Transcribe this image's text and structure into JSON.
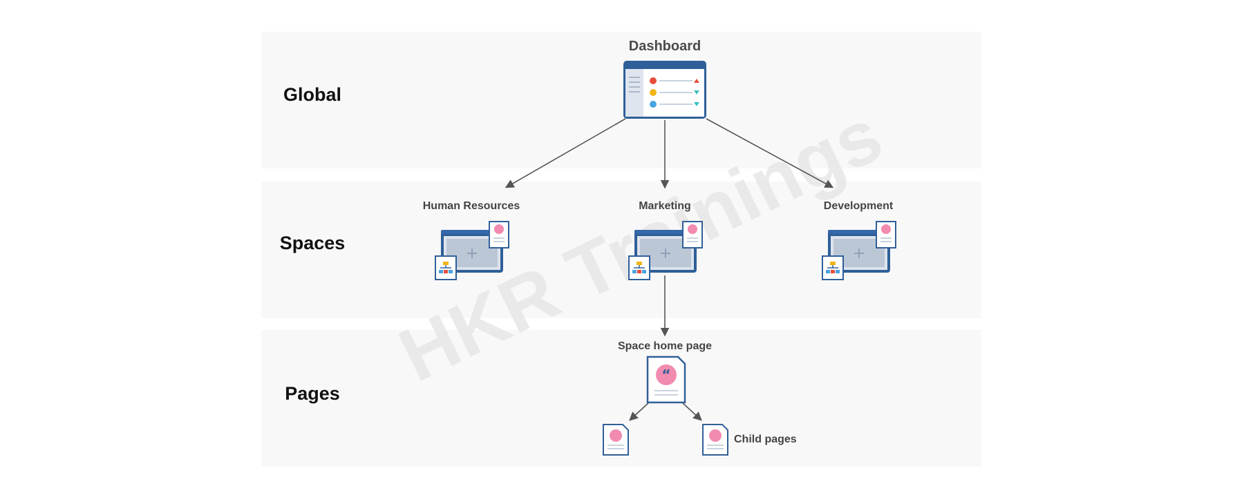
{
  "rows": {
    "global": "Global",
    "spaces": "Spaces",
    "pages": "Pages"
  },
  "nodes": {
    "dashboard": "Dashboard",
    "spaces": [
      "Human Resources",
      "Marketing",
      "Development"
    ],
    "space_home": "Space home page",
    "child_pages": "Child pages"
  },
  "watermark": "HKR Trainings",
  "colors": {
    "band": "#f8f8f8",
    "arrow": "#555555",
    "window_frame": "#2f5f98",
    "window_header": "#3468aa",
    "dot_red": "#e74c3c",
    "dot_yellow": "#f2b418",
    "dot_blue": "#4aa3df",
    "quote_pink": "#f28bb0"
  },
  "icons": [
    "dashboard-window-icon",
    "space-window-icon",
    "page-document-icon",
    "org-chart-icon",
    "quote-icon"
  ]
}
